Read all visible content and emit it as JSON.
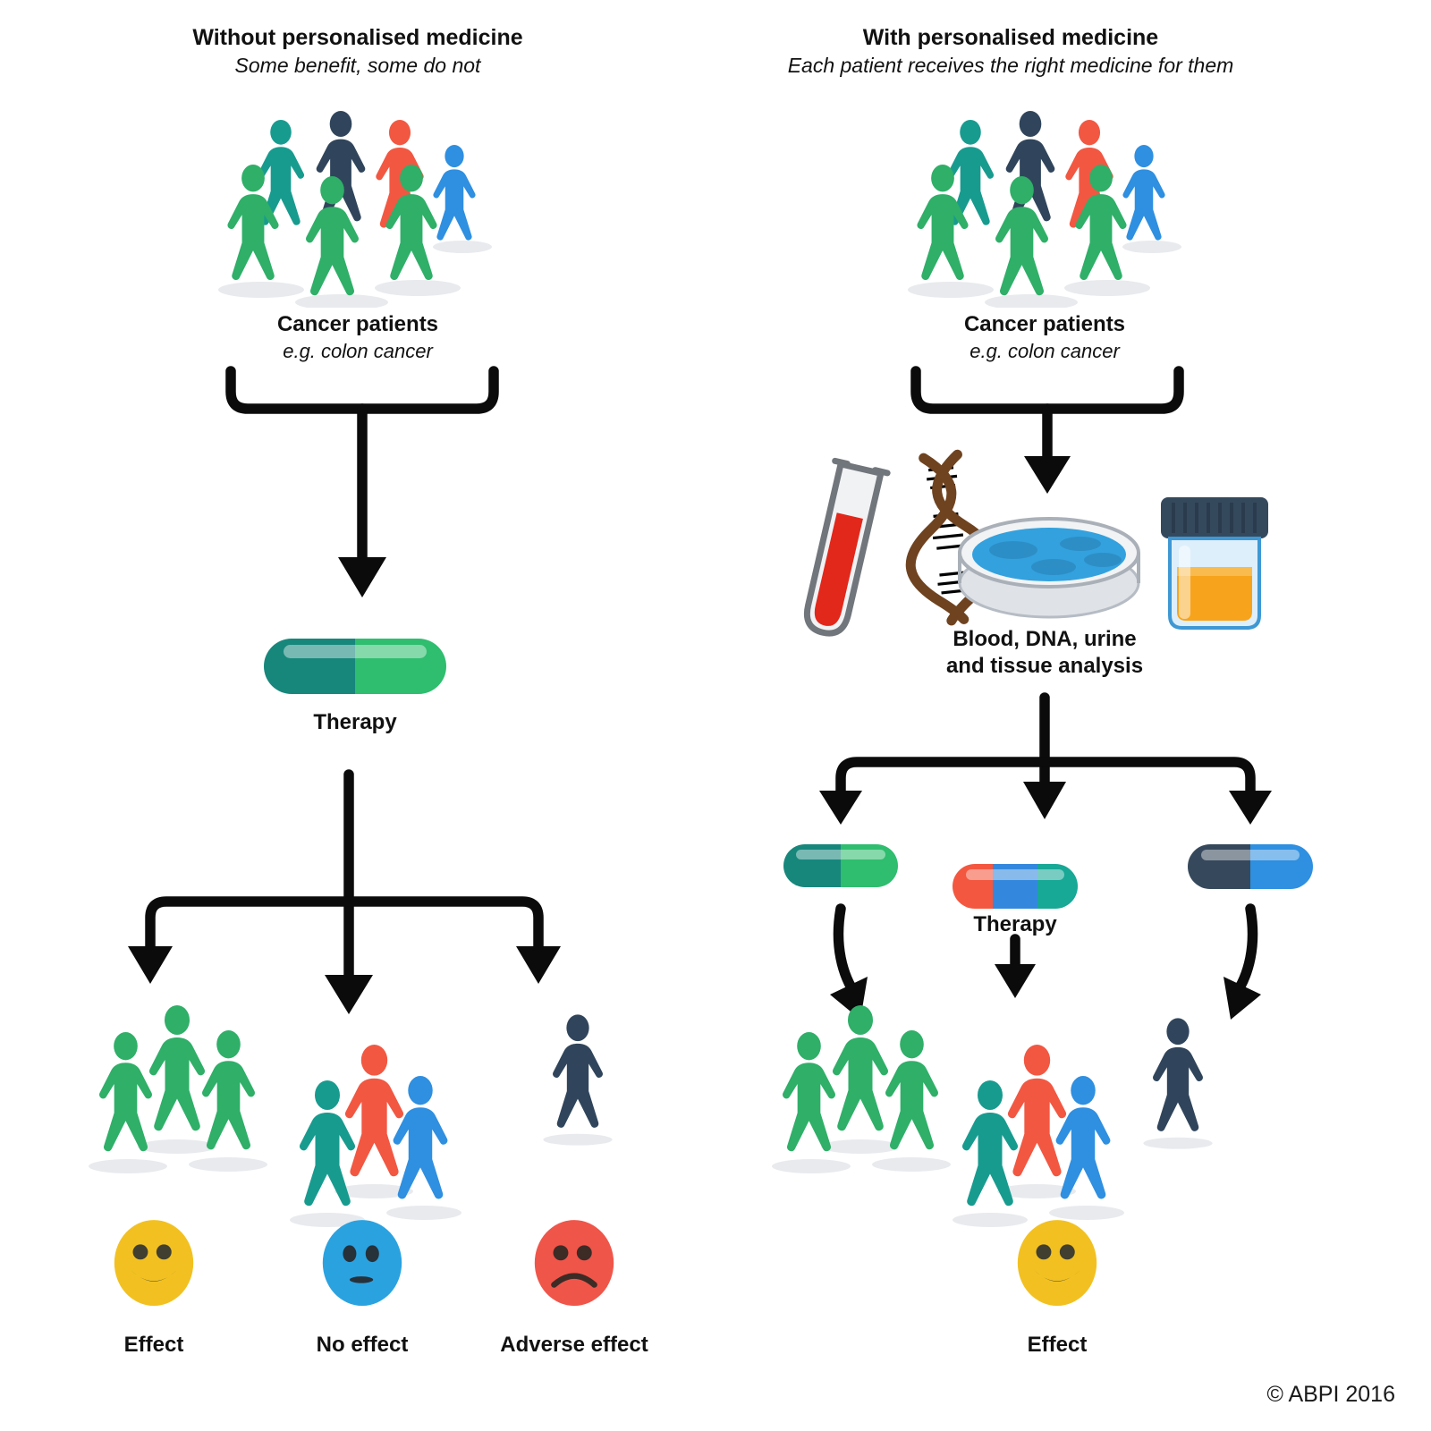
{
  "left": {
    "title": "Without personalised medicine",
    "subtitle": "Some benefit, some do not",
    "patients_label": "Cancer patients",
    "patients_sublabel": "e.g. colon cancer",
    "therapy_label": "Therapy",
    "outcomes": [
      {
        "label": "Effect",
        "face": "smiley-face",
        "face_color": "#F2C121"
      },
      {
        "label": "No effect",
        "face": "neutral-face",
        "face_color": "#2BA2E0"
      },
      {
        "label": "Adverse effect",
        "face": "sad-face",
        "face_color": "#F0554A"
      }
    ]
  },
  "right": {
    "title": "With personalised medicine",
    "subtitle": "Each patient receives the right medicine for them",
    "patients_label": "Cancer patients",
    "patients_sublabel": "e.g. colon cancer",
    "analysis_line1": "Blood, DNA, urine",
    "analysis_line2": "and tissue analysis",
    "therapy_label": "Therapy",
    "outcome": {
      "label": "Effect",
      "face": "smiley-face",
      "face_color": "#F2C121"
    }
  },
  "footer": {
    "copyright": "© ABPI 2016"
  },
  "colors": {
    "person_green": "#2FAF68",
    "person_teal": "#189B8F",
    "person_navy": "#30455B",
    "person_red": "#F25742",
    "person_blue": "#2F8FE0",
    "capsule_teal": "#17877C",
    "capsule_green": "#2FBD6F",
    "capsule_red": "#F4573F",
    "capsule_mid_blue": "#3388DD",
    "capsule_mid_teal": "#17A896",
    "capsule_navy": "#36495C",
    "capsule_blue": "#2F8FE0",
    "face_yellow": "#F2C121",
    "face_blue": "#2BA2E0",
    "face_red": "#F0554A",
    "arrow_black": "#0B0B0B",
    "dna_brown": "#6F4320",
    "blood_red": "#E2271B",
    "petri_blue": "#33A1DE",
    "urine_orange": "#F7A41C",
    "shadow_grey": "#E8EAED"
  }
}
